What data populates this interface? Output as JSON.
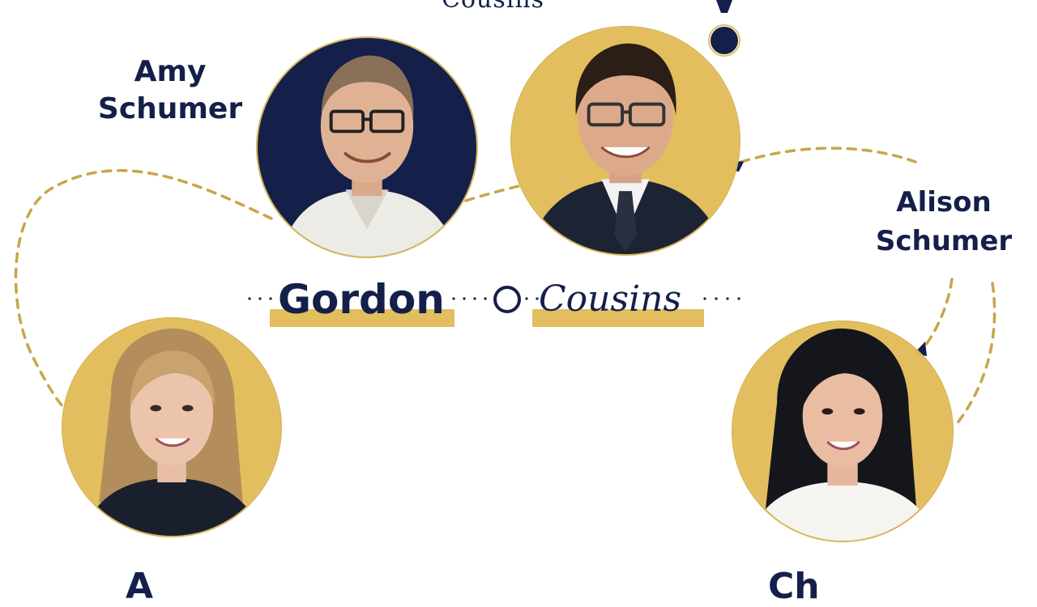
{
  "colors": {
    "navy": "#14204a",
    "gold": "#e2be5e",
    "gold_dark": "#c9a54a",
    "background": "#ffffff"
  },
  "top_label": "Cousins",
  "people": {
    "top_left_label": "Amy\nSchumer",
    "right_label": "Alison\nSchumer",
    "center_left_name": "Gordon",
    "center_right_name": "Cousins",
    "bottom_left_partial": "A",
    "bottom_right_partial": "Ch"
  },
  "portraits": [
    {
      "id": "portrait-older-man",
      "background": "navy"
    },
    {
      "id": "portrait-man-suit",
      "background": "gold"
    },
    {
      "id": "portrait-blonde-woman",
      "background": "gold"
    },
    {
      "id": "portrait-dark-hair-woman",
      "background": "gold"
    }
  ],
  "icons": [
    "question-mark-icon",
    "ring-icon",
    "arrow-icon"
  ]
}
